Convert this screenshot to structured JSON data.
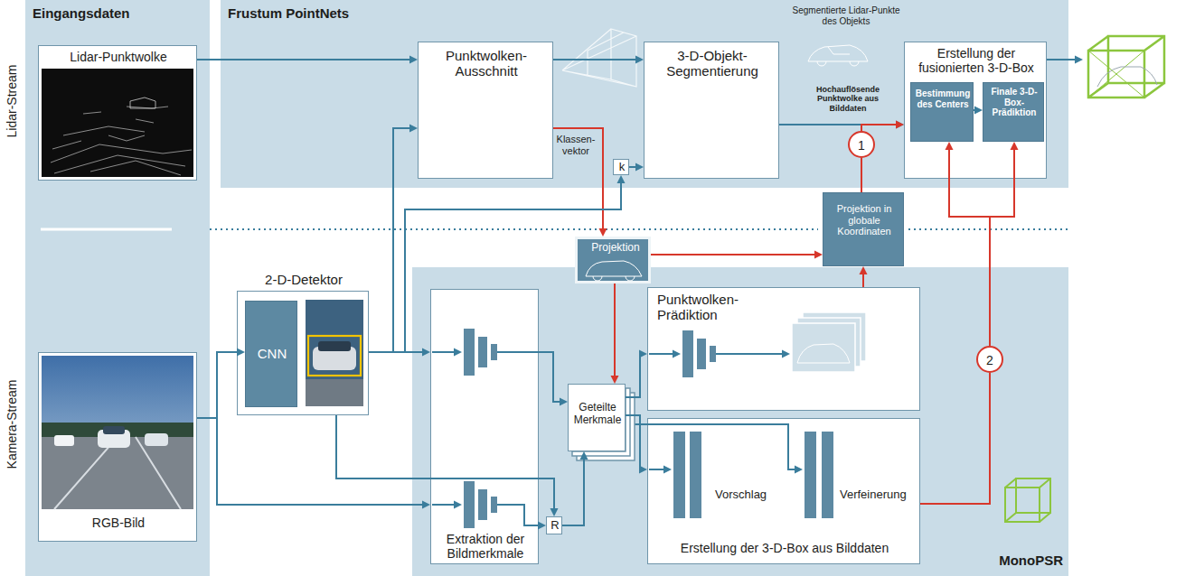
{
  "diagram": {
    "nodes": [
      {
        "text": [
          "Eingangsdaten"
        ]
      },
      {
        "text": [
          "Lidar-Punktwolke"
        ],
        "in": 0
      },
      {
        "text": [
          "RGB-Bild"
        ],
        "in": 0
      },
      {
        "text": [
          "Frustum PointNets"
        ]
      },
      {
        "text": [
          "Punktwolken- Ausschnitt"
        ],
        "in": 3
      },
      {
        "text": [
          "k"
        ],
        "in": 3
      },
      {
        "text": [
          "3-D-Objekt- Segmentierung"
        ],
        "in": 3
      },
      {
        "text": [
          "Erstellung der fusionierten 3-D-Box"
        ],
        "in": 3
      },
      {
        "text": [
          "Bestimmung des Centers"
        ],
        "in": 7
      },
      {
        "text": [
          "Finale 3-D-Box- Prädiktion"
        ],
        "in": 7
      },
      {
        "text": [
          "Projektion in globale Koordinaten"
        ]
      },
      {
        "text": [
          "MonoPSR"
        ]
      },
      {
        "text": [
          "2-D-Detektor"
        ]
      },
      {
        "text": [
          "CNN"
        ],
        "in": 12
      },
      {
        "text": [
          "Projektion"
        ]
      },
      {
        "text": [
          "Extraktion der Bildmerkmale"
        ],
        "in": 11
      },
      {
        "text": [
          "R"
        ],
        "in": 11
      },
      {
        "text": [
          "Geteilte Merkmale"
        ],
        "in": 11
      },
      {
        "text": [
          "Punktwolken- Prädiktion"
        ],
        "in": 11
      },
      {
        "text": [
          "Vorschlag",
          "Verfeinerung",
          "Erstellung der 3-D-Box aus Bilddaten"
        ],
        "in": 11
      },
      {
        "text": [
          "1"
        ],
        "in": 3
      },
      {
        "text": [
          "2"
        ],
        "in": 11
      }
    ],
    "edges": [
      {
        "from": 1,
        "to": 4,
        "arrow": "to"
      },
      {
        "from": 4,
        "to": 6,
        "arrow": "to"
      },
      {
        "from": 6,
        "to": 7,
        "arrow": "to"
      },
      {
        "from": 5,
        "to": 6,
        "arrow": "to"
      },
      {
        "from": 4,
        "to": 14,
        "arrow": "to"
      },
      {
        "from": 12,
        "to": 4,
        "arrow": "to"
      },
      {
        "from": 12,
        "to": 5,
        "arrow": "to"
      },
      {
        "from": 2,
        "to": 13,
        "arrow": "to"
      },
      {
        "from": 2,
        "to": 15,
        "arrow": "to"
      },
      {
        "from": 12,
        "to": 15,
        "arrow": "to"
      },
      {
        "from": 15,
        "to": 16,
        "arrow": "to"
      },
      {
        "from": 12,
        "to": 16,
        "arrow": "to"
      },
      {
        "from": 15,
        "to": 17,
        "arrow": "to"
      },
      {
        "from": 16,
        "to": 17,
        "arrow": "to"
      },
      {
        "from": 14,
        "to": 17,
        "arrow": "to"
      },
      {
        "from": 14,
        "to": 10,
        "arrow": "to"
      },
      {
        "from": 17,
        "to": 18,
        "arrow": "to"
      },
      {
        "from": 17,
        "to": 19,
        "arrow": "to"
      },
      {
        "from": 18,
        "to": 10,
        "arrow": "to"
      },
      {
        "from": 10,
        "to": 20,
        "arrow": "none"
      },
      {
        "from": 20,
        "to": 7,
        "arrow": "to"
      },
      {
        "from": 19,
        "to": 21,
        "arrow": "none"
      },
      {
        "from": 21,
        "to": 8,
        "arrow": "to"
      },
      {
        "from": 21,
        "to": 9,
        "arrow": "to"
      },
      {
        "from": 8,
        "to": 9,
        "arrow": "to"
      }
    ],
    "labels": [
      "Lidar-Stream",
      "Kamera-Stream",
      "Klassen- vektor",
      "Segmentierte Lidar-Punkte des Objekts",
      "Hochauflösende Punktwolke aus Bilddaten"
    ]
  }
}
